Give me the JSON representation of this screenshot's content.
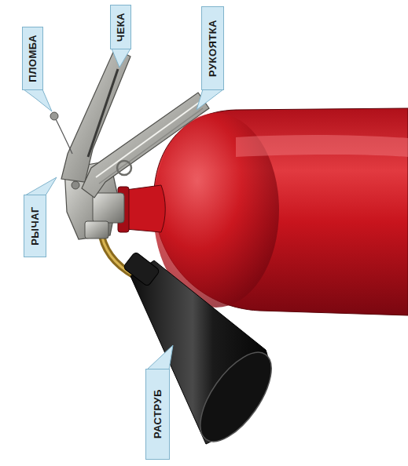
{
  "diagram": {
    "labels": [
      "ПЛОМБА",
      "ЧЕКА",
      "РУКОЯТКА",
      "РЫЧАГ",
      "РАСТРУБ"
    ]
  }
}
